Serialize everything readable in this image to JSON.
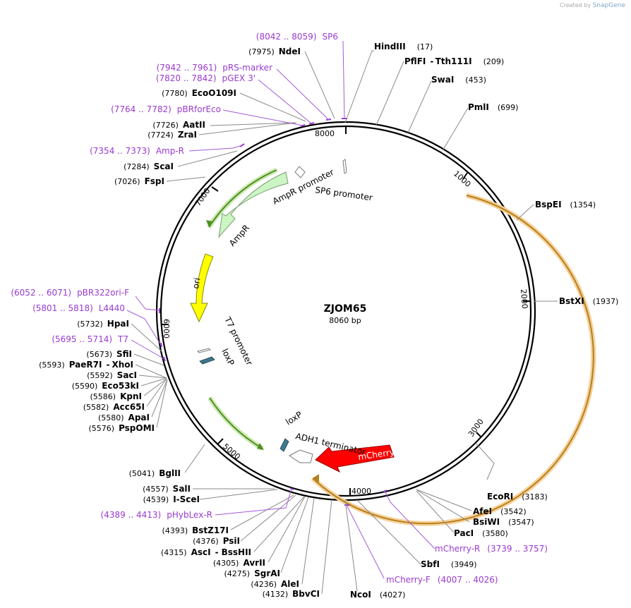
{
  "credit": {
    "prefix": "Created by",
    "brand": "SnapGene"
  },
  "plasmid": {
    "name": "ZJOM65",
    "length_label": "8060 bp",
    "length": 8060
  },
  "ticks": [
    "1000",
    "2000",
    "3000",
    "4000",
    "5000",
    "6000",
    "7000",
    "8000"
  ],
  "enzymes": [
    {
      "name": "HindIII",
      "pos": "(17)"
    },
    {
      "name": "PflFI",
      "sep": "-",
      "name2": "Tth111I",
      "pos": "(209)"
    },
    {
      "name": "SwaI",
      "pos": "(453)"
    },
    {
      "name": "PmlI",
      "pos": "(699)"
    },
    {
      "name": "BspEI",
      "pos": "(1354)"
    },
    {
      "name": "BstXI",
      "pos": "(1937)"
    },
    {
      "name": "EcoRI",
      "pos": "(3183)"
    },
    {
      "name": "AfeI",
      "pos": "(3542)"
    },
    {
      "name": "BsiWI",
      "pos": "(3547)"
    },
    {
      "name": "PacI",
      "pos": "(3580)"
    },
    {
      "name": "SbfI",
      "pos": "(3949)"
    },
    {
      "name": "NcoI",
      "pos": "(4027)"
    },
    {
      "name": "BbvCI",
      "pos": "(4132)"
    },
    {
      "name": "AleI",
      "pos": "(4236)"
    },
    {
      "name": "SgrAI",
      "pos": "(4275)"
    },
    {
      "name": "AvrII",
      "pos": "(4305)"
    },
    {
      "name": "AscI",
      "sep": "-",
      "name2": "BssHII",
      "pos": "(4315)"
    },
    {
      "name": "PsiI",
      "pos": "(4376)"
    },
    {
      "name": "BstZ17I",
      "pos": "(4393)"
    },
    {
      "name": "I-SceI",
      "pos": "(4539)"
    },
    {
      "name": "SalI",
      "pos": "(4557)"
    },
    {
      "name": "BglII",
      "pos": "(5041)"
    },
    {
      "name": "PspOMI",
      "pos": "(5576)"
    },
    {
      "name": "ApaI",
      "pos": "(5580)"
    },
    {
      "name": "Acc65I",
      "pos": "(5582)"
    },
    {
      "name": "KpnI",
      "pos": "(5586)"
    },
    {
      "name": "Eco53kI",
      "pos": "(5590)"
    },
    {
      "name": "SacI",
      "pos": "(5592)"
    },
    {
      "name": "PaeR7I",
      "sep": "-",
      "name2": "XhoI",
      "pos": "(5593)"
    },
    {
      "name": "SfiI",
      "pos": "(5673)"
    },
    {
      "name": "HpaI",
      "pos": "(5732)"
    },
    {
      "name": "ScaI",
      "pos": "(7284)"
    },
    {
      "name": "FspI",
      "pos": "(7026)"
    },
    {
      "name": "AatII",
      "pos": "(7726)"
    },
    {
      "name": "ZraI",
      "pos": "(7724)"
    },
    {
      "name": "EcoO109I",
      "pos": "(7780)"
    },
    {
      "name": "NdeI",
      "pos": "(7975)"
    }
  ],
  "primers": [
    {
      "range": "(8042 .. 8059)",
      "name": "SP6"
    },
    {
      "range": "(7942 .. 7961)",
      "name": "pRS-marker"
    },
    {
      "range": "(7820 .. 7842)",
      "name": "pGEX 3'"
    },
    {
      "range": "(7764 .. 7782)",
      "name": "pBRforEco"
    },
    {
      "range": "(7354 .. 7373)",
      "name": "Amp-R"
    },
    {
      "range": "(6052 .. 6071)",
      "name": "pBR322ori-F"
    },
    {
      "range": "(5801 .. 5818)",
      "name": "L4440"
    },
    {
      "range": "(5695 .. 5714)",
      "name": "T7"
    },
    {
      "range": "(4389 .. 4413)",
      "name": "pHybLex-R"
    },
    {
      "range": "(3739 .. 3757)",
      "name": "mCherry-R"
    },
    {
      "range": "(4007 .. 4026)",
      "name": "mCherry-F"
    }
  ],
  "features": {
    "ampr_promoter": "AmpR promoter",
    "sp6_promoter": "SP6 promoter",
    "ampr": "AmpR",
    "ori": "ori",
    "t7_promoter": "T7 promoter",
    "loxp_left": "loxP",
    "loxp_right": "loxP",
    "adh1_terminator": "ADH1 terminator",
    "mcherry": "mCherry"
  },
  "colors": {
    "backbone": "#000000",
    "ampr": "#ccf5c4",
    "ori": "#ffff00",
    "mcherry": "#ff0000",
    "orange_arc": "#f3b049",
    "green_arc": "#82c34a",
    "loxp": "#3a7a8c",
    "primer": "#9a3ad1"
  }
}
